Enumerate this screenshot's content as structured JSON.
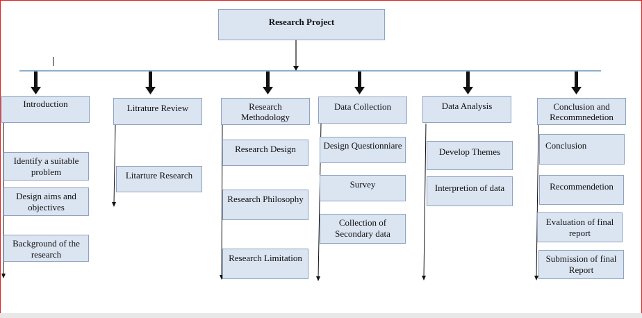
{
  "root": "Research Project",
  "columns": [
    {
      "title": "Introduction",
      "items": [
        "Identify a suitable problem",
        "Design aims and objectives",
        "Background of the research"
      ]
    },
    {
      "title": "Litrature Review",
      "items": [
        "Litarture Research"
      ]
    },
    {
      "title": "Research Methodology",
      "items": [
        "Research Design",
        "Research Philosophy",
        "Research Limitation"
      ]
    },
    {
      "title": "Data Collection",
      "items": [
        "Design Questionniare",
        "Survey",
        "Collection of Secondary data"
      ]
    },
    {
      "title": "Data Analysis",
      "items": [
        "Develop Themes",
        "Interpretion of data"
      ]
    },
    {
      "title": "Conclusion and Recommnedetion",
      "items": [
        "Conclusion",
        "Recommendetion",
        "Evaluation of final report",
        "Submission of final Report"
      ]
    }
  ],
  "colors": {
    "box_fill": "#dbe4f1",
    "box_border": "#8ea3bf",
    "bus_line": "#4a7ea8",
    "arrow": "#111111",
    "frame": "#e02020"
  }
}
